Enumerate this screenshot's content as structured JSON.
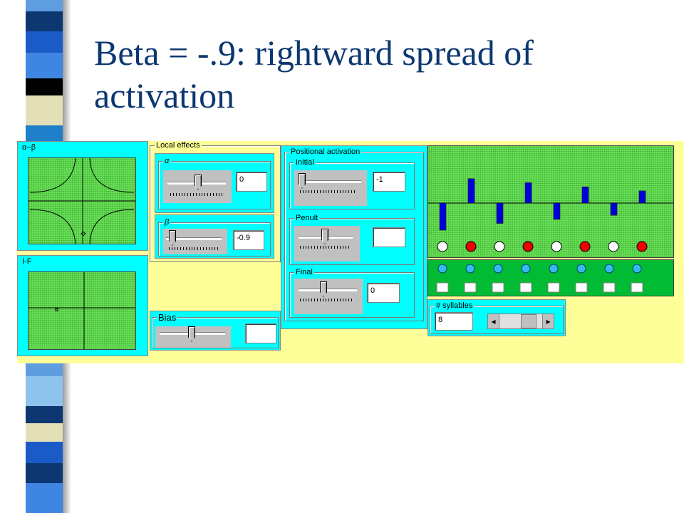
{
  "slide": {
    "title_line1": "Beta = -.9: rightward spread of",
    "title_line2": "activation"
  },
  "colors": {
    "title": "#0c3770",
    "frame": "#00ffff",
    "panel_bg": "#ffff99",
    "plot_green": "#66dd55",
    "bar_blue": "#0000dd",
    "dot_red": "#ee0000",
    "syllable_row": "#00bb33"
  },
  "panels": {
    "alpha_beta": {
      "label": "α−β"
    },
    "if_plot": {
      "label": "I-F"
    },
    "local_effects": {
      "label": "Local effects",
      "alpha": {
        "label": "α",
        "value": "0",
        "level": 0.5
      },
      "beta": {
        "label": "β",
        "value": "-0.9",
        "level": 0.05
      }
    },
    "bias": {
      "label": "Bias",
      "value": "",
      "level": 0.5
    },
    "positional_activation": {
      "label": "Positional activation",
      "initial": {
        "label": "Initial",
        "value": "-1",
        "level": 0.0
      },
      "penult": {
        "label": "Penult",
        "value": "",
        "level": 0.5
      },
      "final": {
        "label": "Final",
        "value": "0",
        "level": 0.5
      }
    },
    "syllables": {
      "label": "# syllables",
      "value": "8",
      "left_arrow": "◂",
      "right_arrow": "▸"
    }
  },
  "activation_display": {
    "bars": [
      -1,
      0.9,
      -0.75,
      0.75,
      -0.6,
      0.6,
      -0.45,
      0.45
    ],
    "dots": [
      "white",
      "red",
      "white",
      "red",
      "white",
      "red",
      "white",
      "red"
    ],
    "syllable_count": 8
  }
}
